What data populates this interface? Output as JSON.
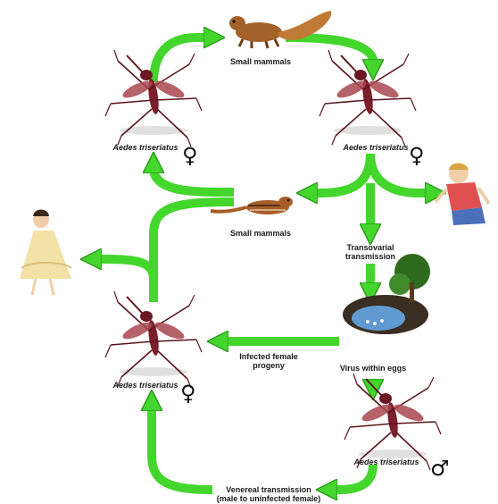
{
  "labels": {
    "small_mammals_top": "Small mammals",
    "small_mammals_mid": "Small mammals",
    "aedes_top_left": "Aedes triseriatus",
    "aedes_top_right": "Aedes triseriatus",
    "aedes_mid_left": "Aedes triseriatus",
    "aedes_bottom_right": "Aedes triseriatus",
    "transovarial_line1": "Transovarial",
    "transovarial_line2": "transmission",
    "infected_progeny_line1": "Infected female",
    "infected_progeny_line2": "progeny",
    "virus_within_eggs": "Virus within eggs",
    "venereal_line1": "Venereal transmission",
    "venereal_line2": "(male to uninfected female)"
  },
  "symbols": {
    "female": "♀",
    "male": "♂"
  },
  "icons": {
    "squirrel": "squirrel-icon",
    "chipmunk": "chipmunk-icon",
    "mosquito": "mosquito-icon",
    "child_boy": "child-boy-icon",
    "child_girl": "child-girl-icon",
    "eggs_water": "water-pool-eggs-icon"
  },
  "colors": {
    "arrow": "#44d62c",
    "arrow_edge": "#2a9a1c",
    "mosquito": "#7a1f2b"
  }
}
